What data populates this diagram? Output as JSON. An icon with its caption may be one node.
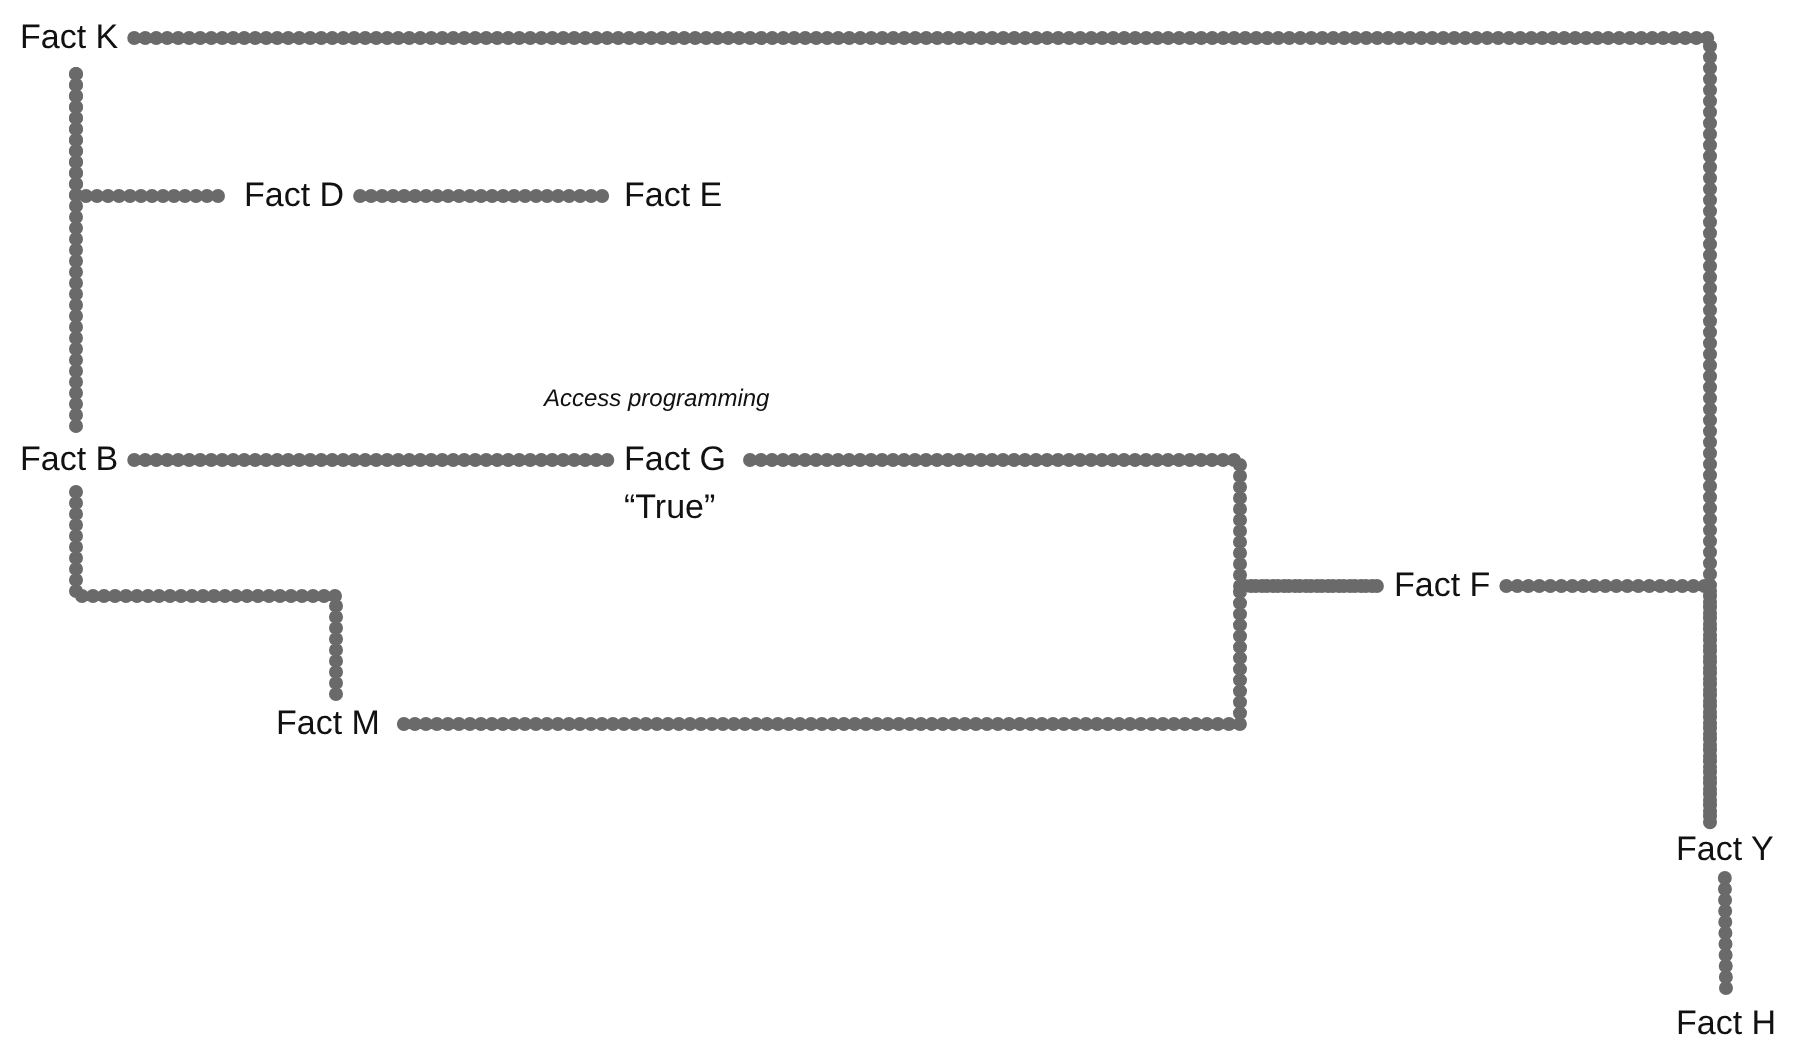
{
  "diagram": {
    "nodes": [
      {
        "text": [
          "Fact K"
        ]
      },
      {
        "text": [
          "Fact D"
        ]
      },
      {
        "text": [
          "Fact E"
        ]
      },
      {
        "text": [
          "Fact B"
        ]
      },
      {
        "text": [
          "Fact G"
        ],
        "beside": [
          "Access programming",
          "“True”"
        ]
      },
      {
        "text": [
          "Fact F"
        ]
      },
      {
        "text": [
          "Fact M"
        ]
      },
      {
        "text": [
          "Fact Y"
        ]
      },
      {
        "text": [
          "Fact H"
        ]
      }
    ],
    "edges": [
      {
        "from": 0,
        "to": 7,
        "arrow": "none"
      },
      {
        "from": 0,
        "to": 1,
        "arrow": "none"
      },
      {
        "from": 0,
        "to": 3,
        "arrow": "none"
      },
      {
        "from": 1,
        "to": 2,
        "arrow": "none"
      },
      {
        "from": 3,
        "to": 4,
        "arrow": "none"
      },
      {
        "from": 3,
        "to": 6,
        "arrow": "none"
      },
      {
        "from": 4,
        "to": 5,
        "arrow": "none"
      },
      {
        "from": 6,
        "to": 5,
        "arrow": "none"
      },
      {
        "from": 5,
        "to": 7,
        "arrow": "none"
      },
      {
        "from": 7,
        "to": 8,
        "arrow": "none"
      }
    ]
  }
}
